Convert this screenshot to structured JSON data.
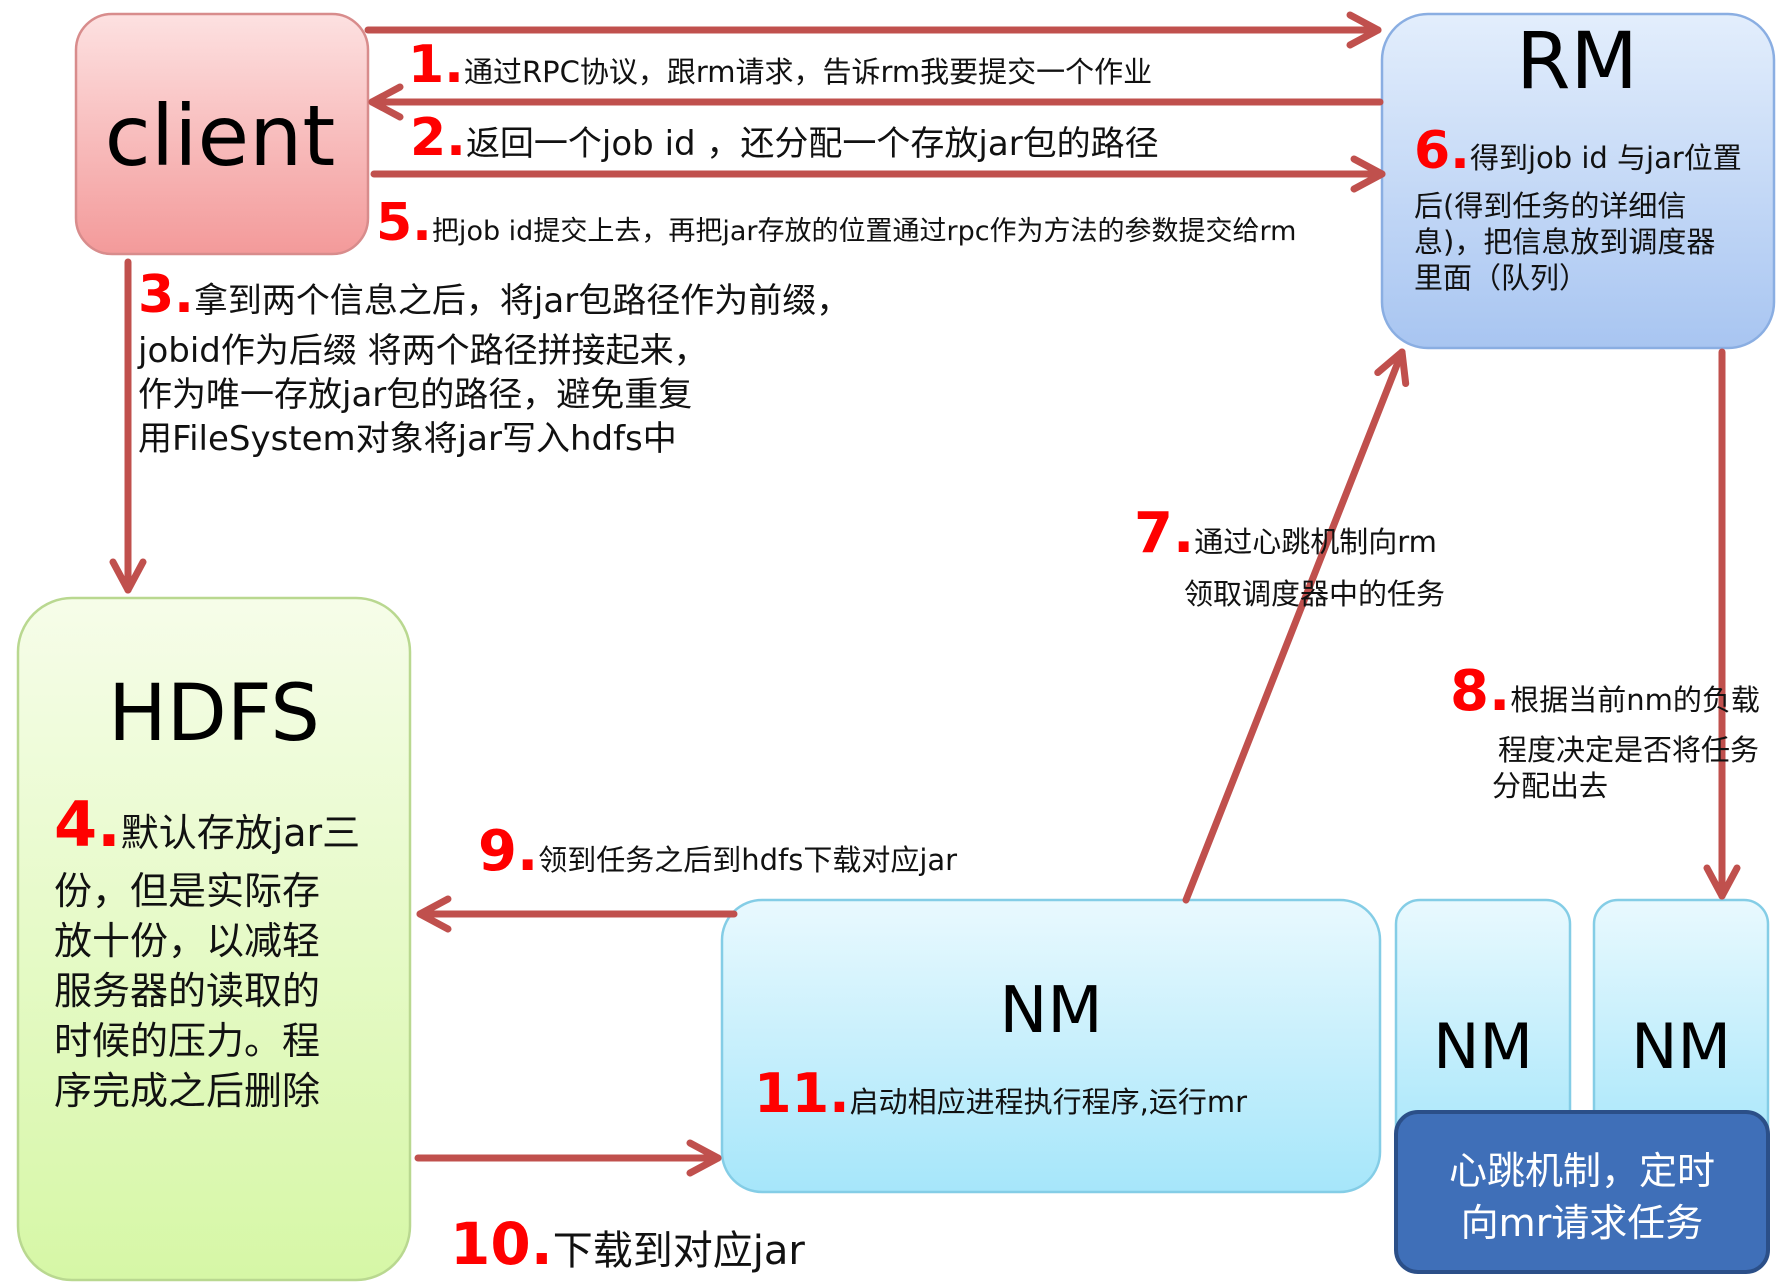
{
  "colors": {
    "arrow": "#c0504d",
    "step_number": "#ff0000",
    "client_fill": "#f7a6a6",
    "rm_fill": "#b3cdf3",
    "hdfs_fill": "#e0f9bd",
    "nm_fill": "#bdeefb",
    "heartbeat_fill": "#3f6fb8"
  },
  "boxes": {
    "client": "client",
    "rm": "RM",
    "hdfs": "HDFS",
    "nm_main": "NM",
    "nm_small_1": "NM",
    "nm_small_2": "NM",
    "heartbeat": [
      "心跳机制，定时",
      "向mr请求任务"
    ]
  },
  "steps": {
    "s1": {
      "num": "1.",
      "lines": [
        "通过RPC协议，跟rm请求，告诉rm我要提交一个作业"
      ]
    },
    "s2": {
      "num": "2.",
      "lines": [
        "返回一个job id ，还分配一个存放jar包的路径"
      ]
    },
    "s3": {
      "num": "3.",
      "lines": [
        "拿到两个信息之后，将jar包路径作为前缀，",
        "jobid作为后缀 将两个路径拼接起来，",
        "作为唯一存放jar包的路径，避免重复",
        "用FileSystem对象将jar写入hdfs中"
      ]
    },
    "s4": {
      "num": "4.",
      "lines": [
        "默认存放jar三",
        "份，但是实际存",
        "放十份，以减轻",
        "服务器的读取的",
        "时候的压力。程",
        "序完成之后删除"
      ]
    },
    "s5": {
      "num": "5.",
      "lines": [
        "把job id提交上去，再把jar存放的位置通过rpc作为方法的参数提交给rm"
      ]
    },
    "s6": {
      "num": "6.",
      "lines": [
        "得到job id 与jar位置",
        "后(得到任务的详细信",
        "息)，把信息放到调度器",
        "里面（队列）"
      ]
    },
    "s7": {
      "num": "7.",
      "lines": [
        "通过心跳机制向rm",
        "领取调度器中的任务"
      ]
    },
    "s8": {
      "num": "8.",
      "lines": [
        "根据当前nm的负载",
        "程度决定是否将任务",
        "分配出去"
      ]
    },
    "s9": {
      "num": "9.",
      "lines": [
        "领到任务之后到hdfs下载对应jar"
      ]
    },
    "s10": {
      "num": "10.",
      "lines": [
        "下载到对应jar"
      ]
    },
    "s11": {
      "num": "11.",
      "lines": [
        "启动相应进程执行程序,运行mr"
      ]
    }
  }
}
